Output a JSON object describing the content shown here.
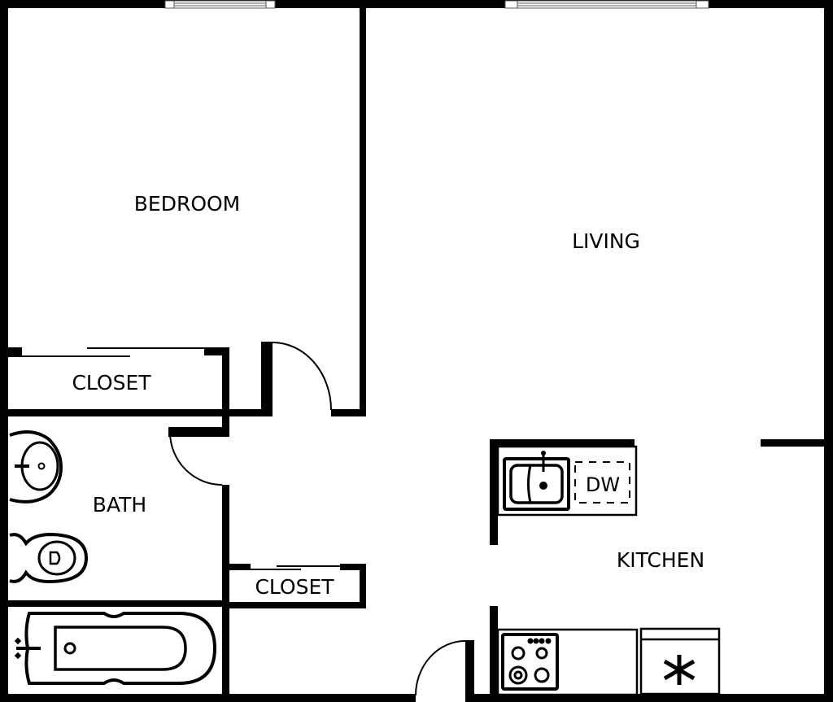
{
  "rooms": {
    "bedroom": "BEDROOM",
    "living": "LIVING",
    "closet_bedroom": "CLOSET",
    "bath": "BATH",
    "closet_hall": "CLOSET",
    "kitchen": "KITCHEN"
  },
  "fixtures": {
    "dishwasher": "DW"
  },
  "colors": {
    "wall": "#000000",
    "background": "#ffffff"
  }
}
